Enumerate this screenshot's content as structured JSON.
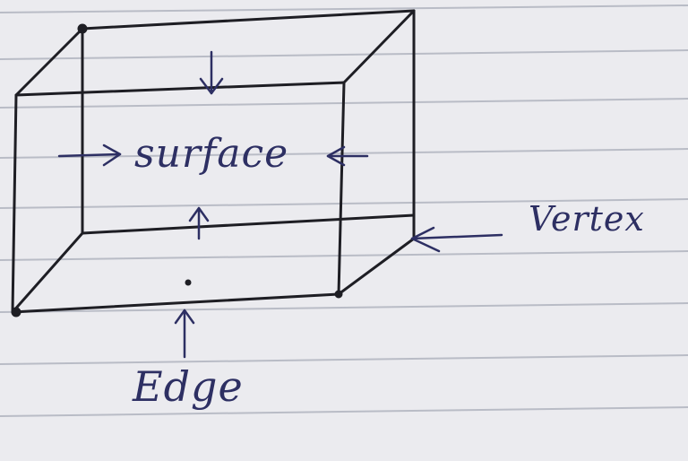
{
  "diagram": {
    "labels": {
      "surface": "surface",
      "vertex": "Vertex",
      "edge": "Edge"
    },
    "colors": {
      "paper": "#ebebef",
      "rule_line": "#b9bcc6",
      "ink": "#2d2f63",
      "pencil": "#1e1e24"
    }
  }
}
